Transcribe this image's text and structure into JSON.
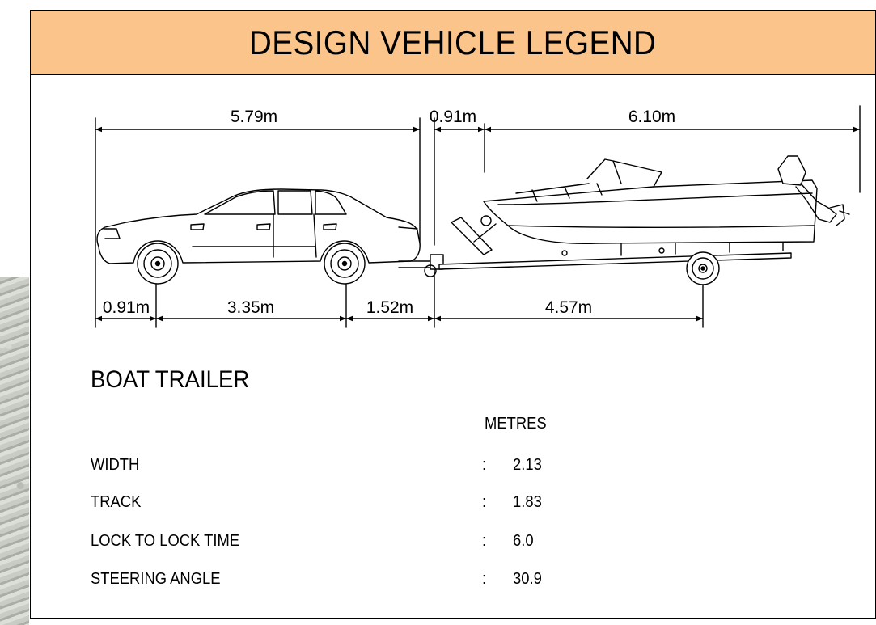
{
  "title": "DESIGN VEHICLE LEGEND",
  "top_dimensions": [
    "5.79m",
    "0.91m",
    "6.10m"
  ],
  "bottom_dimensions": [
    "0.91m",
    "3.35m",
    "1.52m",
    "4.57m"
  ],
  "subtitle": "BOAT TRAILER",
  "units_header": "METRES",
  "separator": ":",
  "specs": [
    {
      "label": "WIDTH",
      "value": "2.13"
    },
    {
      "label": "TRACK",
      "value": "1.83"
    },
    {
      "label": "LOCK TO LOCK TIME",
      "value": "6.0"
    },
    {
      "label": "STEERING ANGLE",
      "value": "30.9"
    }
  ]
}
